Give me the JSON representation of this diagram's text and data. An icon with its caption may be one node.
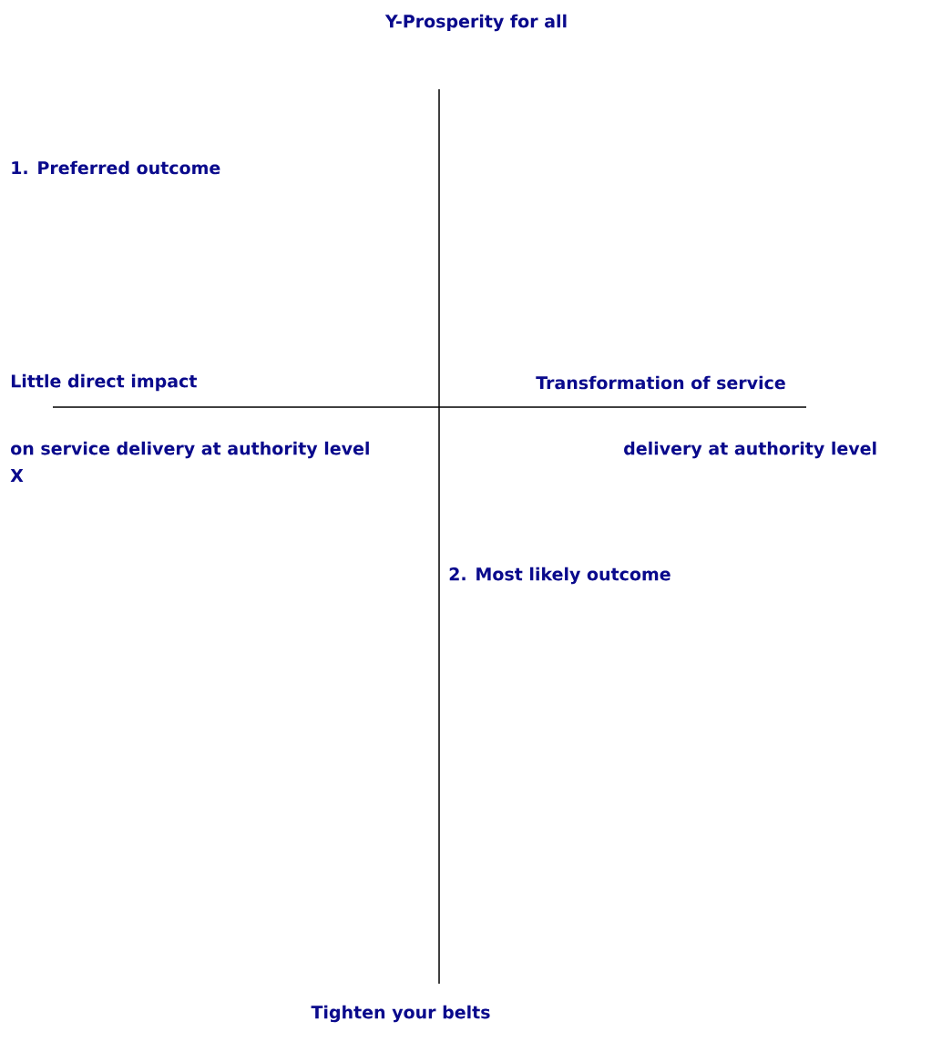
{
  "diagram": {
    "labels": [
      "Y-Prosperity for all",
      "1. Preferred outcome",
      "Little direct impact",
      "Transformation of service",
      "on service delivery at authority level",
      "delivery at authority level",
      "X",
      "2.  Most likely outcome",
      "Tighten your belts"
    ]
  }
}
